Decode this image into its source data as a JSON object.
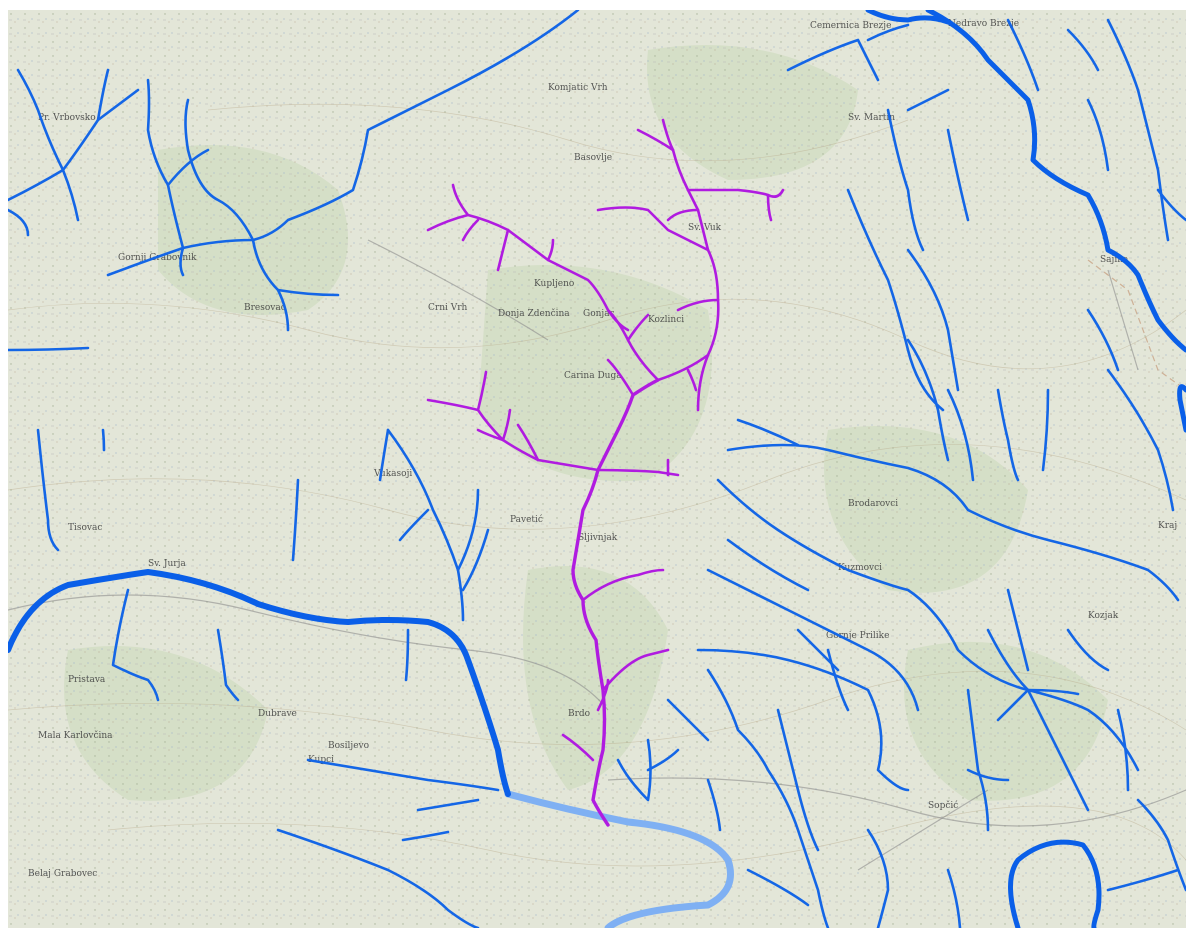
{
  "map": {
    "colors": {
      "terrain": "#e3e6d8",
      "forest": "#d5dfc7",
      "stream": "#1466e6",
      "main_river": "#0a5fe8",
      "highlight_catchment": "#b01be0",
      "light_river": "#7fb0f3"
    },
    "place_labels": [
      "Cemernica Brezje",
      "Nedravo Brezje",
      "Komjatic Vrh",
      "Basovlje",
      "Sv. Vuk",
      "Donja Zdenčina",
      "Gonjac",
      "Kupljeno",
      "Crni Vrh",
      "Kozlinci",
      "Carina Duga",
      "Vukasoji",
      "Pavetić",
      "Sljivnjak",
      "Bresovac",
      "Tisovac",
      "Sv. Jurja",
      "Kuzmovci",
      "Brodarovci",
      "Gornje Prilike",
      "Kupci",
      "Bosiljevo",
      "Mala Karlovčina",
      "Dubrave",
      "Sopčić",
      "Kozjak",
      "Pristava",
      "Belaj Grabovec",
      "Gornji Grabovnik",
      "Sv. Martin",
      "Kraj",
      "Sajina",
      "Brdo",
      "Pr. Vrbovsko"
    ]
  }
}
